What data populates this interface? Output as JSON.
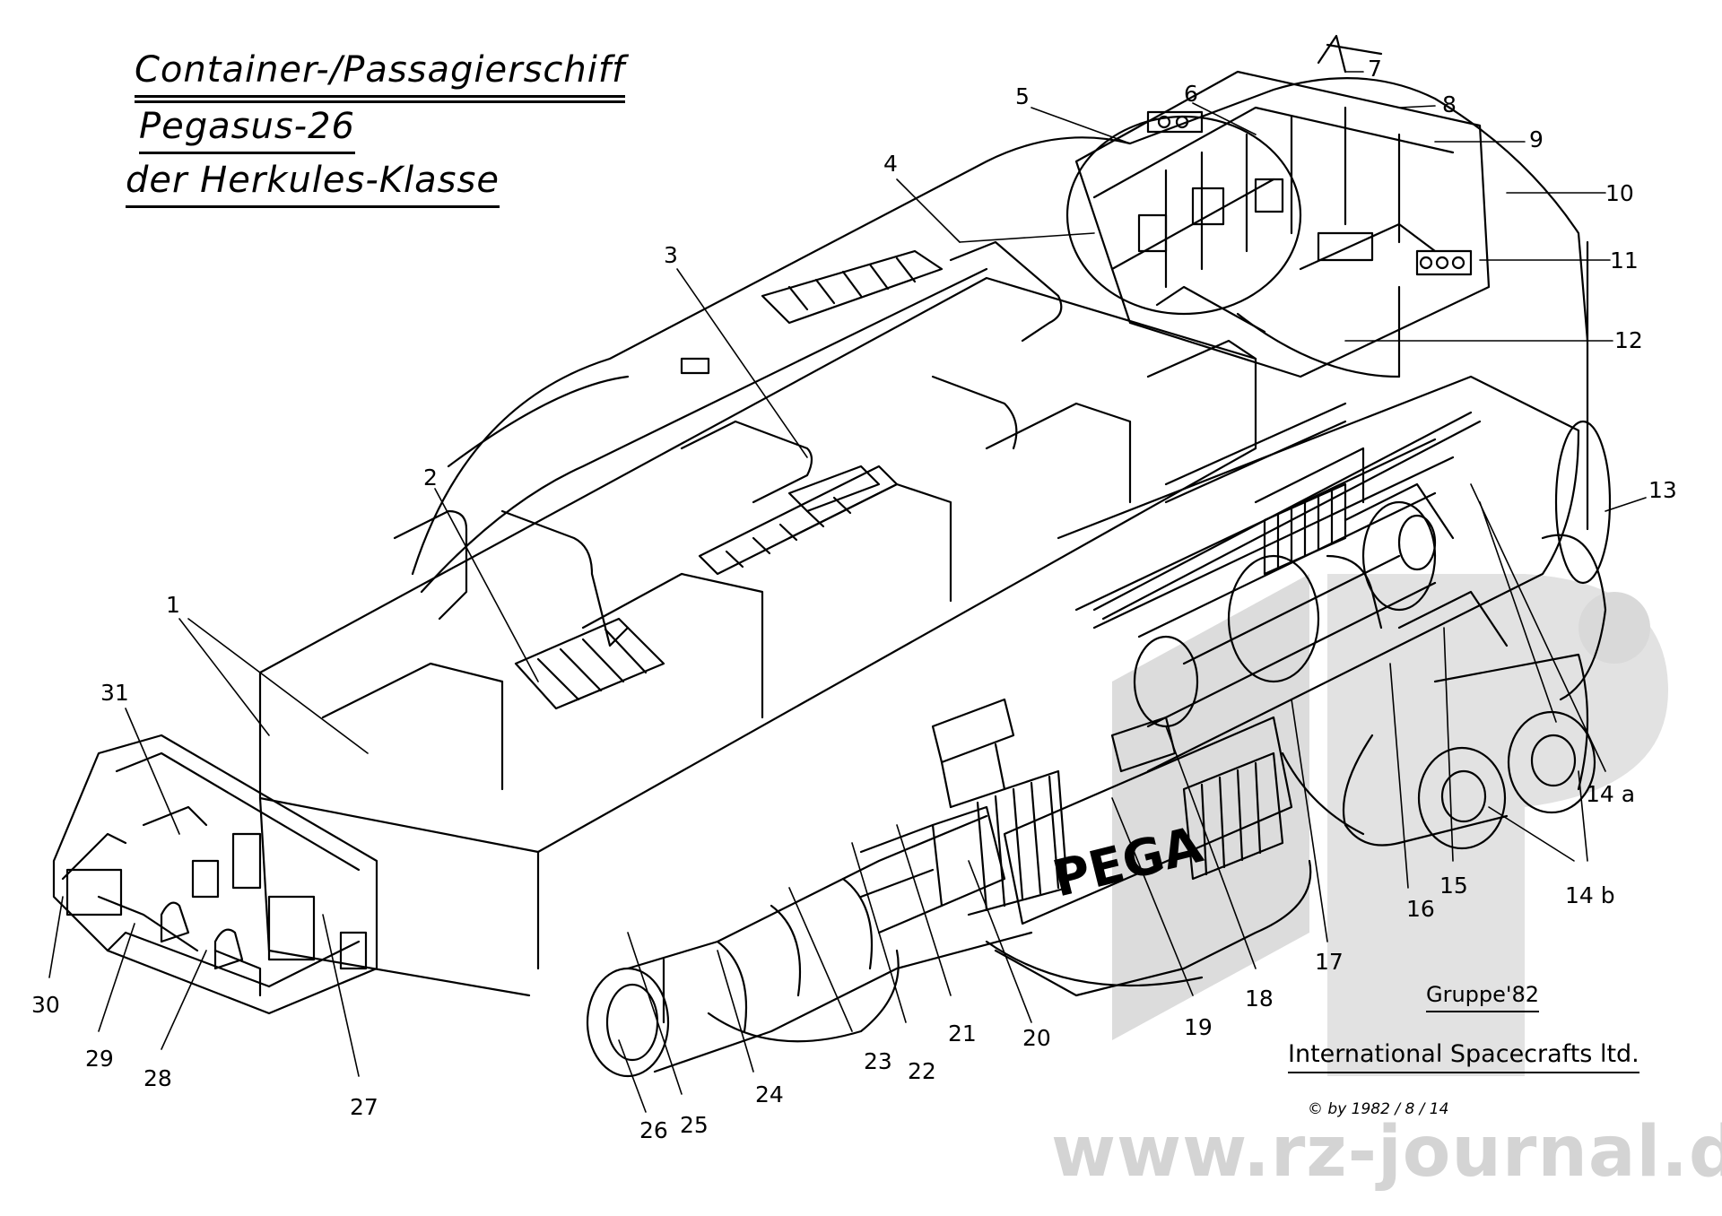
{
  "title": {
    "line1": "Container-/Passagierschiff",
    "line2": "Pegasus-26",
    "line3": "der Herkules-Klasse"
  },
  "hull_lettering": "PEGA",
  "callouts": [
    "1",
    "2",
    "3",
    "4",
    "5",
    "6",
    "7",
    "8",
    "9",
    "10",
    "11",
    "12",
    "13",
    "14 a",
    "14 b",
    "15",
    "16",
    "17",
    "18",
    "19",
    "20",
    "21",
    "22",
    "23",
    "24",
    "25",
    "26",
    "27",
    "28",
    "29",
    "30",
    "31"
  ],
  "credits": {
    "group": "Gruppe'82",
    "company": "International Spacecrafts ltd.",
    "signature": "© by 1982 / 8 / 14"
  },
  "watermark": {
    "text": "www.rz-journal.de",
    "logo_icon": "rz-logo-watermark-icon"
  },
  "colors": {
    "ink": "#000000",
    "paper": "#ffffff",
    "watermark": "#d4d4d4"
  }
}
